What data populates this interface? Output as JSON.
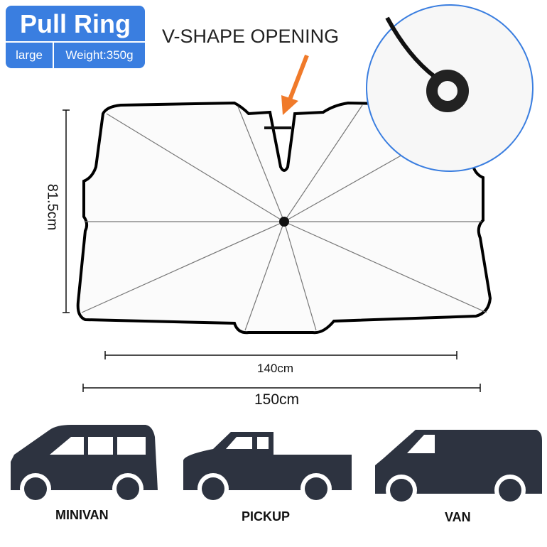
{
  "badge": {
    "title": "Pull Ring",
    "size": "large",
    "weight": "Weight:350g",
    "color": "#3a7ee0"
  },
  "callout": {
    "label": "V-SHAPE OPENING",
    "arrow_color": "#f07a2a"
  },
  "dimensions": {
    "height": "81.5cm",
    "inner_width": "140cm",
    "outer_width": "150cm"
  },
  "vehicles": [
    {
      "label": "MINIVAN"
    },
    {
      "label": "PICKUP"
    },
    {
      "label": "VAN"
    }
  ],
  "colors": {
    "vehicle": "#2d3340",
    "inset_border": "#3a7ee0"
  }
}
